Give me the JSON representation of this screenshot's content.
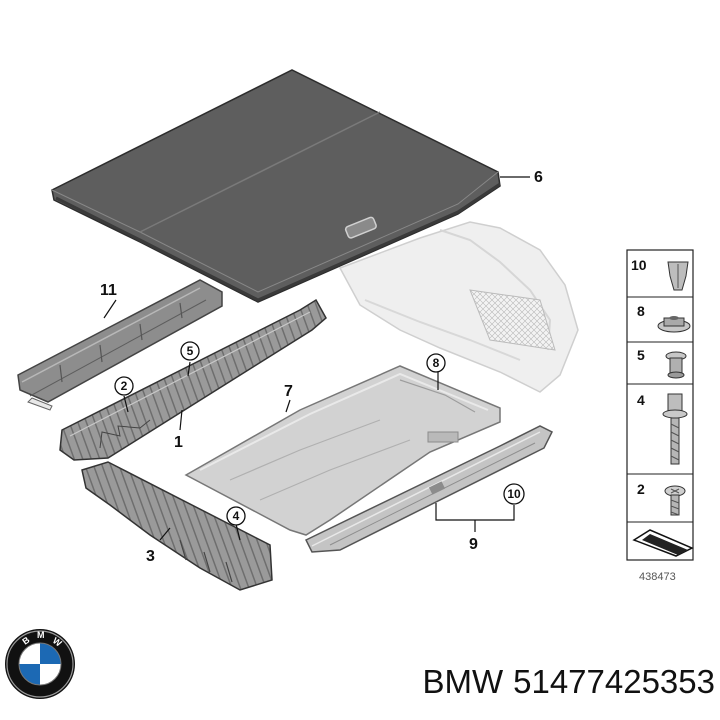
{
  "callouts": {
    "c1": "1",
    "c2": "2",
    "c3": "3",
    "c4": "4",
    "c5": "5",
    "c6": "6",
    "c7": "7",
    "c8": "8",
    "c9": "9",
    "c10": "10",
    "c11": "11"
  },
  "legend": {
    "rows": [
      "10",
      "8",
      "5",
      "4",
      "2"
    ],
    "diagram_number": "438473"
  },
  "caption": {
    "brand": "BMW",
    "part_number": "51477425353"
  },
  "colors": {
    "panel_dark": "#5b5b5b",
    "panel_light": "#cfcfcf",
    "ghost": "#ececec"
  }
}
